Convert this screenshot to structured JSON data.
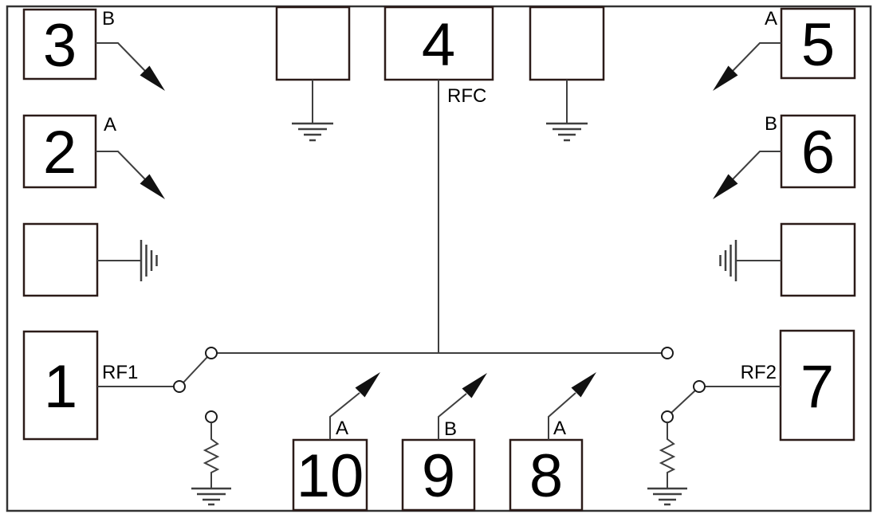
{
  "diagram": {
    "type": "rf-switch-schematic",
    "pins": {
      "p1": {
        "number": "1",
        "port": "RF1"
      },
      "p2": {
        "number": "2",
        "ctrl": "A"
      },
      "p3": {
        "number": "3",
        "ctrl": "B"
      },
      "p4": {
        "number": "4",
        "port": "RFC"
      },
      "p5": {
        "number": "5",
        "ctrl": "A"
      },
      "p6": {
        "number": "6",
        "ctrl": "B"
      },
      "p7": {
        "number": "7",
        "port": "RF2"
      },
      "p8": {
        "number": "8",
        "ctrl": "A"
      },
      "p9": {
        "number": "9",
        "ctrl": "B"
      },
      "p10": {
        "number": "10",
        "ctrl": "A"
      }
    },
    "colors": {
      "box_stroke": "#2b1b18",
      "wire": "#3f3f3f",
      "outline": "#333333",
      "text": "#000000",
      "background": "#ffffff"
    }
  }
}
